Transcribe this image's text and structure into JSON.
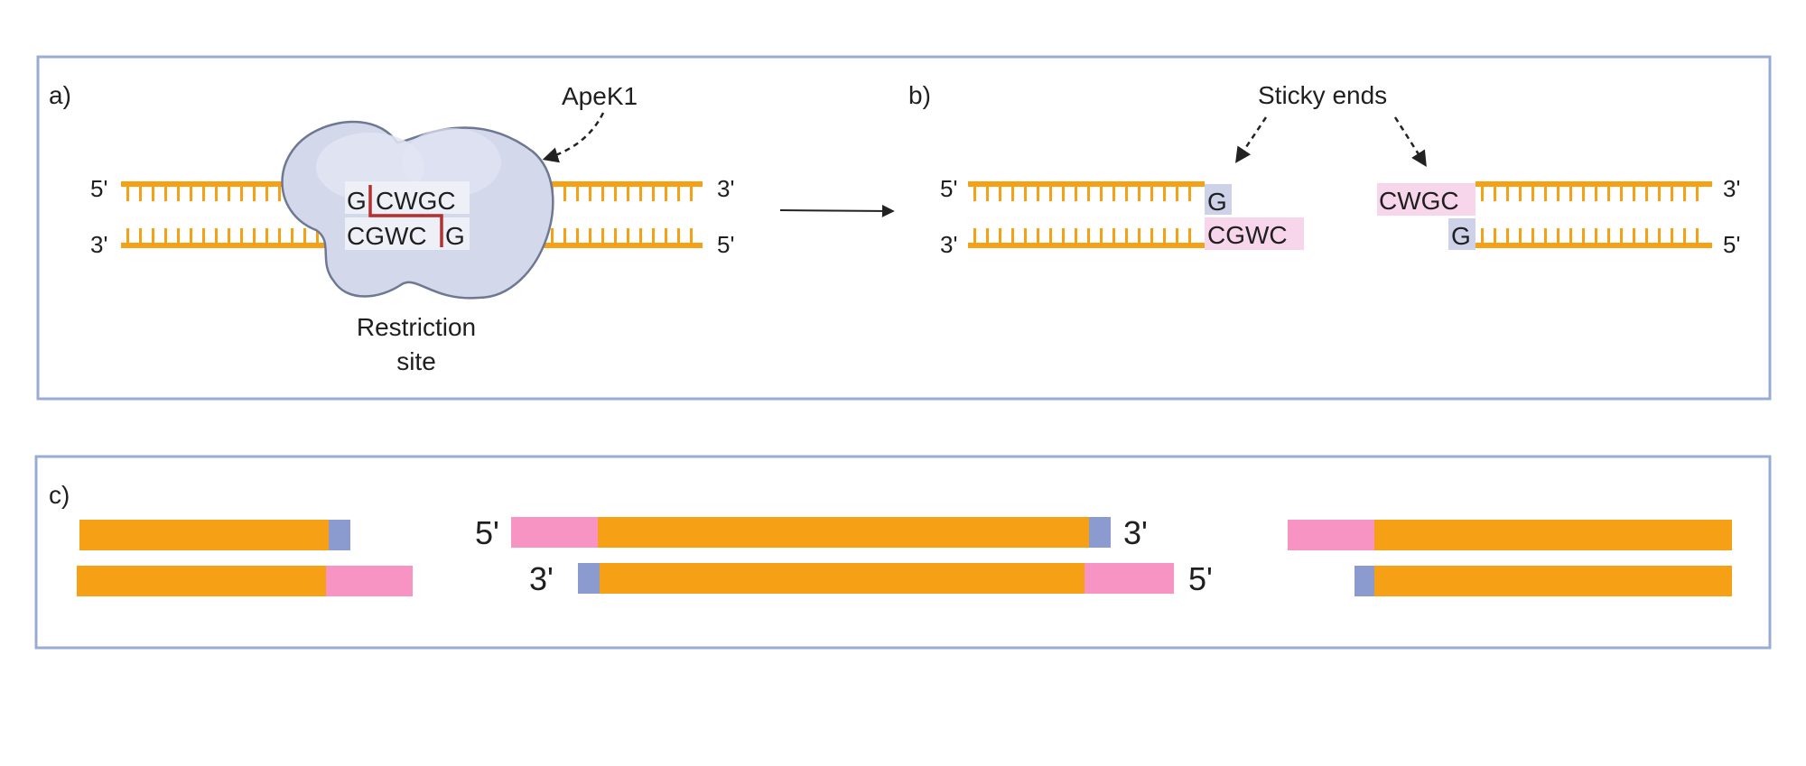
{
  "panel_a": {
    "label": "a)",
    "enzyme": "ApeK1",
    "top_left_end": "5'",
    "top_right_end": "3'",
    "bottom_left_end": "3'",
    "bottom_right_end": "5'",
    "top_seq_left": "G",
    "top_seq_right": "CWGC",
    "bottom_seq_left": "CGWC",
    "bottom_seq_right": "G",
    "site_label_line1": "Restriction",
    "site_label_line2": "site"
  },
  "panel_b": {
    "label": "b)",
    "annotation": "Sticky ends",
    "left_top_end": "5'",
    "left_bottom_end": "3'",
    "left_top_overhang": "G",
    "left_bottom_overhang": "CGWC",
    "right_top_overhang": "CWGC",
    "right_bottom_overhang": "G",
    "right_top_end": "3'",
    "right_bottom_end": "5'"
  },
  "panel_c": {
    "label": "c)",
    "left_end_top": "5'",
    "right_end_top": "3'",
    "left_end_bottom": "3'",
    "right_end_bottom": "5'"
  },
  "colors": {
    "dna": "#f5a015",
    "frame": "#9aacd4",
    "enzyme_fill": "#d3d8ea",
    "enzyme_stroke": "#6e7893",
    "cut_line": "#b5302e",
    "overhang_pink": "#f894c4",
    "overhang_blue": "#8b9bcf",
    "highlight_pink": "#f7d5ea",
    "highlight_blue": "#cdd2e8"
  }
}
